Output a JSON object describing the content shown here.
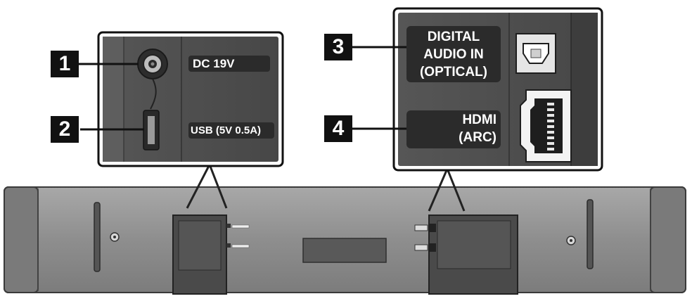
{
  "callouts": [
    {
      "number": "1",
      "label": "DC 19V"
    },
    {
      "number": "2",
      "label": "USB (5V 0.5A)"
    },
    {
      "number": "3",
      "label_lines": [
        "DIGITAL",
        "AUDIO IN",
        "(OPTICAL)"
      ]
    },
    {
      "number": "4",
      "label_lines": [
        "HDMI",
        "(ARC)"
      ]
    }
  ]
}
